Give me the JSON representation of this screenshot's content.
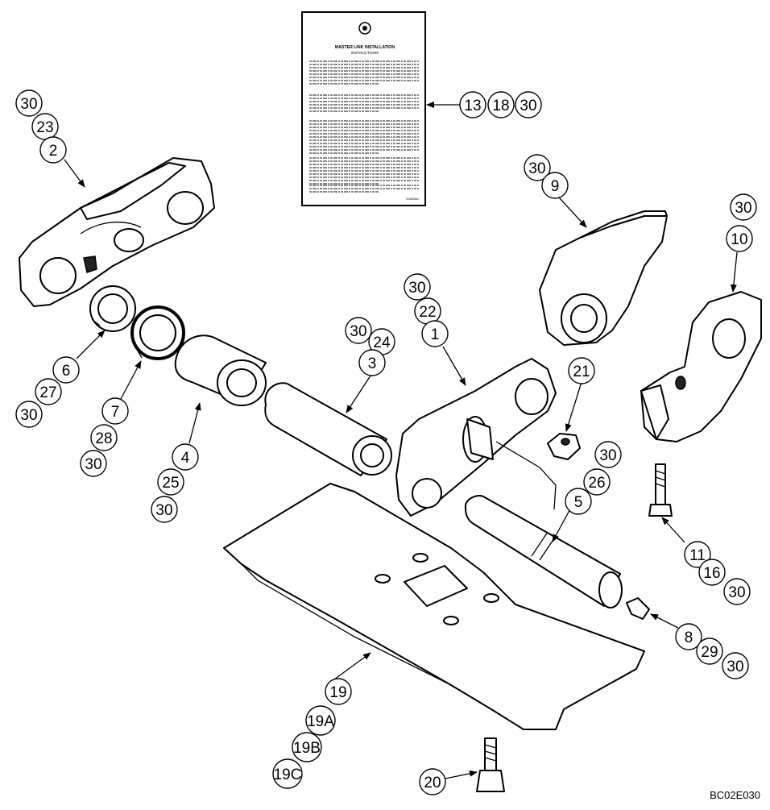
{
  "instruction_card": {
    "title": "MASTER LINK INSTALLATION",
    "subtitle": "INSTRUCTIONS",
    "code": "110826A1"
  },
  "reference_code": "BC02E030",
  "callouts": [
    [
      "30",
      "23",
      "2"
    ],
    [
      "13",
      "18",
      "30"
    ],
    [
      "30",
      "9"
    ],
    [
      "30",
      "10"
    ],
    [
      "30",
      "22",
      "1"
    ],
    [
      "30",
      "24",
      "3"
    ],
    [
      "21"
    ],
    [
      "6",
      "27",
      "30"
    ],
    [
      "7",
      "28",
      "30"
    ],
    [
      "4",
      "25",
      "30"
    ],
    [
      "30",
      "26",
      "5"
    ],
    [
      "11",
      "16",
      "30"
    ],
    [
      "8",
      "29",
      "30"
    ],
    [
      "19",
      "19A",
      "19B",
      "19C"
    ],
    [
      "20"
    ]
  ],
  "colors": {
    "ink": "#000000",
    "paper": "#ffffff",
    "shadow": "#222222"
  }
}
